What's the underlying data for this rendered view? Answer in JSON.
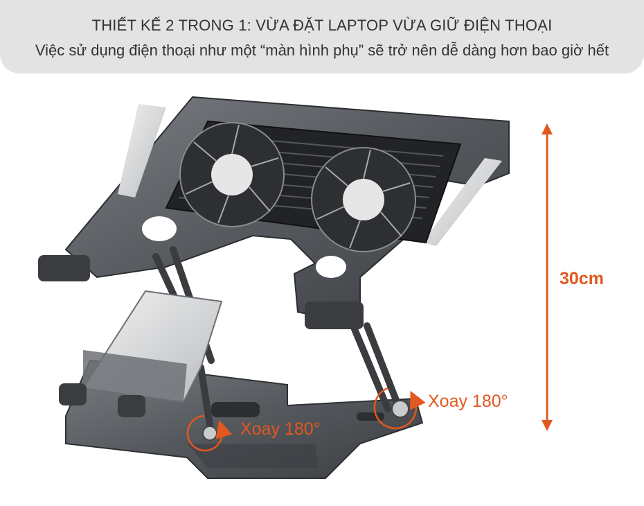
{
  "banner": {
    "title": "THIẾT KẾ 2 TRONG 1: VỪA ĐẶT LAPTOP VỪA GIỮ ĐIỆN THOẠI",
    "subtitle": "Việc sử dụng điện thoại như một “màn hình phụ” sẽ trở nên dễ dàng hơn bao giờ hết"
  },
  "annotations": {
    "height": "30cm",
    "rotate_right": "Xoay 180°",
    "rotate_left": "Xoay 180°"
  },
  "colors": {
    "accent": "#e2581f",
    "banner_bg": "#e3e3e3",
    "stand_dark": "#4a4c50",
    "stand_mid": "#6b6e73"
  }
}
